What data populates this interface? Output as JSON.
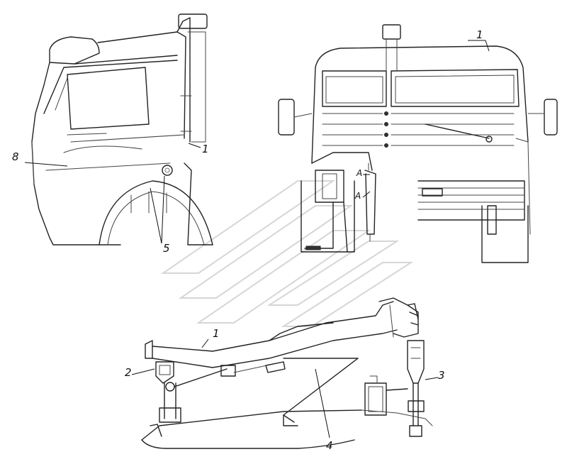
{
  "callouts": {
    "c1_cab_side": "1",
    "c1_cab_front": "1",
    "c1_frame": "1",
    "c2": "2",
    "c3": "3",
    "c4": "4",
    "c5": "5",
    "c8": "8",
    "cA_upper": "А",
    "cA_lower": "А"
  },
  "colors": {
    "line": "#222222",
    "watermark": "#d6d6d6",
    "background": "#ffffff"
  }
}
